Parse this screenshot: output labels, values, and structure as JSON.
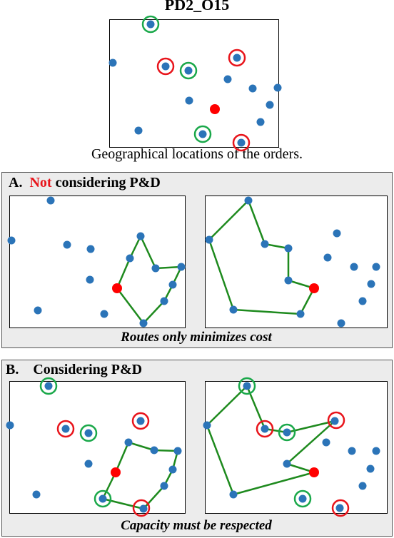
{
  "header": {
    "title": "PD2_O15",
    "caption": "Geographical locations of the orders."
  },
  "panel_a": {
    "letter": "A.",
    "highlight": "Not",
    "rest": " considering P&D",
    "caption": "Routes only minimizes cost"
  },
  "panel_b": {
    "letter": "B.",
    "text": "Considering P&D",
    "caption": "Capacity must be respected"
  },
  "colors": {
    "node": "#2b74b8",
    "depot": "#ff0000",
    "route": "#1e8a1e",
    "pickup_ring": "#1aa84a",
    "delivery_ring": "#e8141b"
  }
}
